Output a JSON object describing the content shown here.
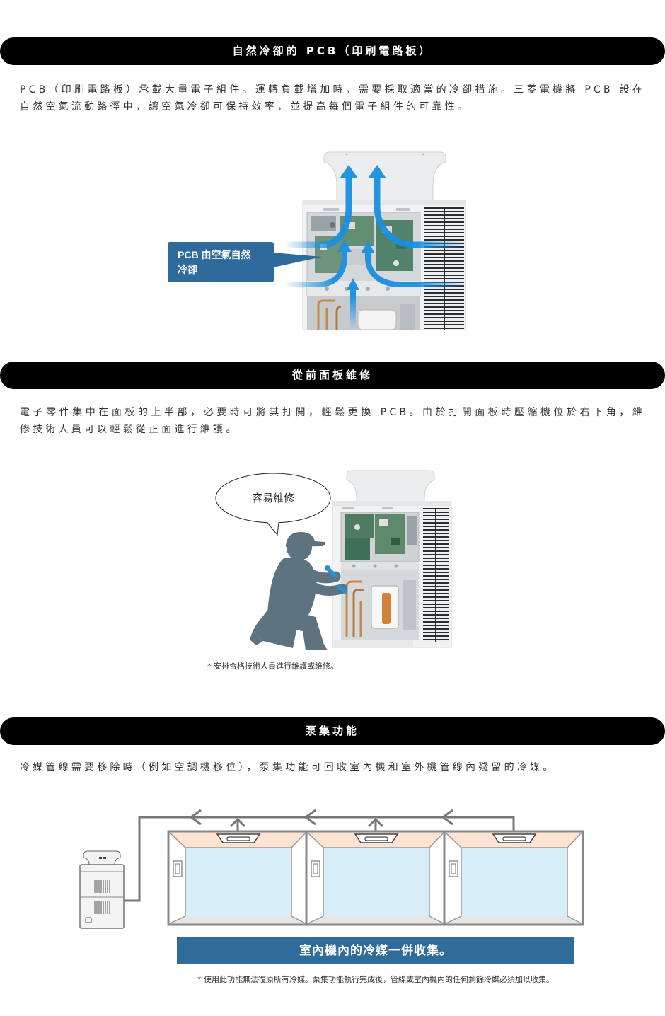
{
  "colors": {
    "header_bg": "#000000",
    "label_blue": "#2e6b9c",
    "airflow_blue": "#1a8fe0",
    "worker_gray": "#5e7380",
    "banner_blue": "#2f6c99",
    "ceiling_peach": "#fce3d2",
    "wall_light_blue": "#d7eef9"
  },
  "icons": {
    "airflow": "airflow-arrow-icon",
    "outdoor_unit": "outdoor-unit-icon",
    "technician": "technician-icon",
    "ceiling_cassette": "ceiling-cassette-icon",
    "flow_direction": "flow-arrow-icon"
  },
  "sections": [
    {
      "title": "自然冷卻的 PCB（印刷電路板）",
      "body": "PCB（印刷電路板）承載大量電子組件。運轉負載增加時，需要採取適當的冷卻措施。三菱電機將 PCB 設在自然空氣流動路徑中，讓空氣冷卻可保持效率，並提高每個電子組件的可靠性。"
    },
    {
      "title": "從前面板維修",
      "body": "電子零件集中在面板的上半部，必要時可將其打開，輕鬆更換 PCB。由於打開面板時壓縮機位於右下角，維修技術人員可以輕鬆從正面進行維護。"
    },
    {
      "title": "泵集功能",
      "body": "冷媒管線需要移除時（例如空調機移位），泵集功能可回收室內機和室外機管線內殘留的冷媒。"
    }
  ],
  "figure_pcb": {
    "label_line1": "PCB 由空氣自然",
    "label_line2": "冷卻"
  },
  "figure_maintenance": {
    "bubble": "容易維修",
    "note": "* 安排合格技術人員進行維護或維修。"
  },
  "figure_pumpdown": {
    "banner": "室內機內的冷媒一併收集。",
    "note": "* 使用此功能無法復原所有冷媒。泵集功能執行完成後，管線或室內機內的任何剩餘冷媒必須加以收集。"
  }
}
